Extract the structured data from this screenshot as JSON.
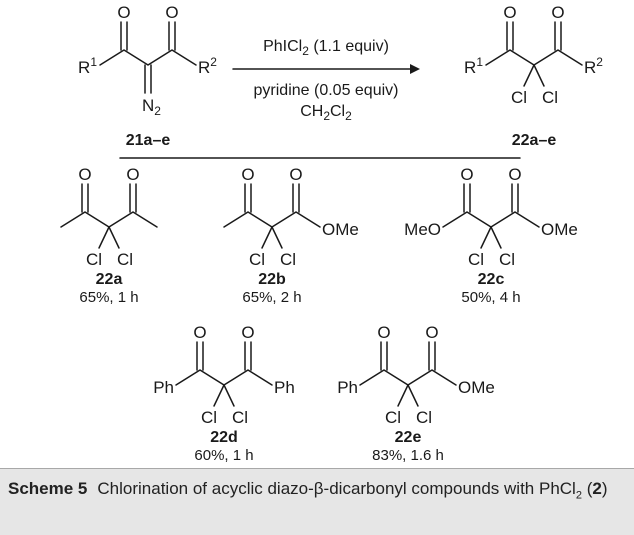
{
  "reaction": {
    "start": {
      "id": "21a–e",
      "r1": "R",
      "r1_sup": "1",
      "r2": "R",
      "r2_sup": "2",
      "n2": "N",
      "n2_sub": "2"
    },
    "product": {
      "id": "22a–e",
      "r1": "R",
      "r1_sup": "1",
      "r2": "R",
      "r2_sup": "2"
    },
    "conditions": {
      "reagent_a": "PhICl",
      "reagent_sub": "2",
      "reagent_b": " (1.1 equiv)",
      "catalyst": "pyridine (0.05 equiv)",
      "solvent_a": "CH",
      "solvent_sub1": "2",
      "solvent_b": "Cl",
      "solvent_sub2": "2"
    }
  },
  "atoms": {
    "oxygen": "O",
    "chlorine": "Cl",
    "methoxy": "OMe",
    "methoxy_left": "MeO",
    "phenyl": "Ph"
  },
  "products": [
    {
      "id": "22a",
      "yield": "65%, 1 h"
    },
    {
      "id": "22b",
      "yield": "65%, 2 h"
    },
    {
      "id": "22c",
      "yield": "50%, 4 h"
    },
    {
      "id": "22d",
      "yield": "60%, 1 h"
    },
    {
      "id": "22e",
      "yield": "83%, 1.6 h"
    }
  ],
  "caption": {
    "label": "Scheme 5",
    "text_a": "Chlorination of acyclic diazo-β-dicarbonyl compounds with PhCl",
    "sub": "2",
    "text_b": " (",
    "bold": "2",
    "text_c": ")"
  },
  "colors": {
    "ink": "#1a1a1a",
    "caption_bg": "#e6e6e6",
    "caption_rule": "#a8a8a8"
  }
}
